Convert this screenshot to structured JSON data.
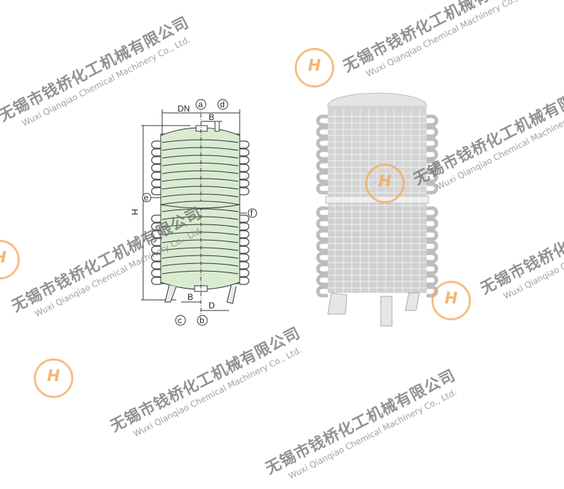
{
  "watermark": {
    "company_cn": "无锡市钱桥化工机械有限公司",
    "company_en": "Wuxi Qianqiao Chemical Machinery Co., Ltd.",
    "logo_letter": "H",
    "accent_color": "#f0aa5a"
  },
  "diagram": {
    "labels": {
      "dn": "DN",
      "a": "a",
      "d": "d",
      "b_top": "B",
      "h": "H",
      "e": "e",
      "f": "f",
      "b_bottom": "B",
      "d_bottom": "D",
      "c": "c",
      "b": "b"
    },
    "fill_color": "#d9ecd2"
  }
}
